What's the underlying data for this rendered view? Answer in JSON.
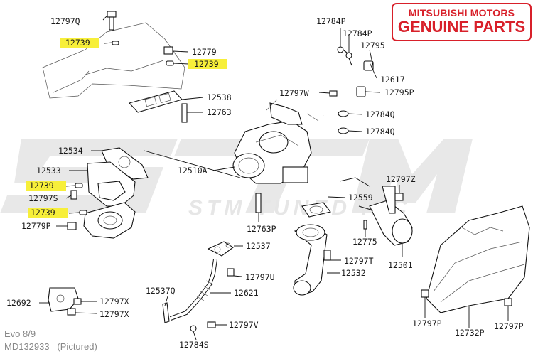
{
  "badge": {
    "line1": "MITSUBISHI MOTORS",
    "line2": "GENUINE PARTS"
  },
  "footer": {
    "model": "Evo 8/9",
    "part_number": "MD132933   (Pictured)"
  },
  "watermark": {
    "text": "STM TUNED INC"
  },
  "highlight_color": "#f7ef3a",
  "badge_color": "#d8202a",
  "labels": {
    "l12797Q": "12797Q",
    "l12739a": "12739",
    "l12779": "12779",
    "l12739b": "12739",
    "l12538": "12538",
    "l12763": "12763",
    "l12784Pa": "12784P",
    "l12784Pb": "12784P",
    "l12795": "12795",
    "l12617": "12617",
    "l12797W": "12797W",
    "l12795P": "12795P",
    "l12784Qa": "12784Q",
    "l12784Qb": "12784Q",
    "l12534": "12534",
    "l12533": "12533",
    "l12510A": "12510A",
    "l12739c": "12739",
    "l12797S": "12797S",
    "l12739d": "12739",
    "l12779P": "12779P",
    "l12797Z": "12797Z",
    "l12559": "12559",
    "l12763P": "12763P",
    "l12775": "12775",
    "l12537": "12537",
    "l12797T": "12797T",
    "l12501": "12501",
    "l12797U": "12797U",
    "l12532": "12532",
    "l12537Q": "12537Q",
    "l12621": "12621",
    "l12692": "12692",
    "l12797Xa": "12797X",
    "l12797Xb": "12797X",
    "l12797V": "12797V",
    "l12784S": "12784S",
    "l12797Pa": "12797P",
    "l12732P": "12732P",
    "l12797Pb": "12797P"
  }
}
